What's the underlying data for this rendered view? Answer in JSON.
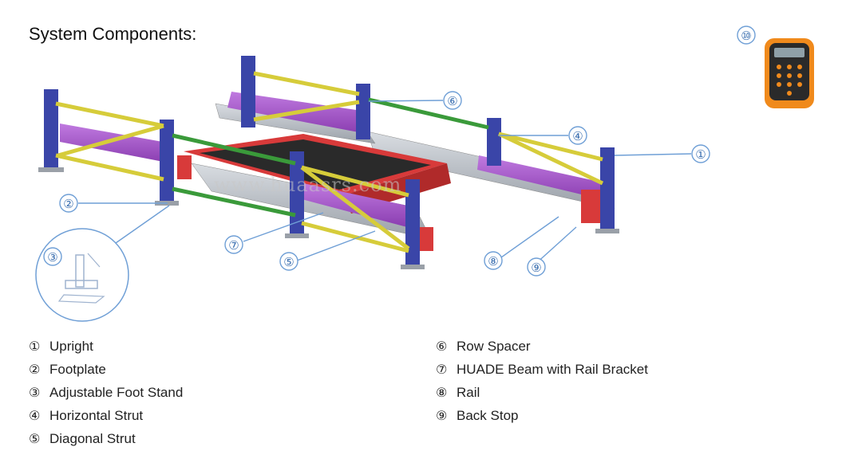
{
  "title": "System Components:",
  "watermark": "www.huaasrs.com",
  "callouts": {
    "c1": "①",
    "c2": "②",
    "c3": "③",
    "c4": "④",
    "c5": "⑤",
    "c6": "⑥",
    "c7": "⑦",
    "c8": "⑧",
    "c9": "⑨",
    "c10": "⑩"
  },
  "legend_left": [
    {
      "num": "①",
      "label": "Upright"
    },
    {
      "num": "②",
      "label": "Footplate"
    },
    {
      "num": "③",
      "label": "Adjustable Foot Stand"
    },
    {
      "num": "④",
      "label": "Horizontal Strut"
    },
    {
      "num": "⑤",
      "label": "Diagonal Strut"
    }
  ],
  "legend_right": [
    {
      "num": "⑥",
      "label": "Row Spacer"
    },
    {
      "num": "⑦",
      "label": "HUADE Beam with Rail Bracket"
    },
    {
      "num": "⑧",
      "label": "Rail"
    },
    {
      "num": "⑨",
      "label": "Back Stop"
    }
  ],
  "colors": {
    "upright": "#3a45a8",
    "strut_yellow": "#d6cc3a",
    "spacer_green": "#3a9a3a",
    "beam_purple": "#a24fc8",
    "rail_red": "#d83a3a",
    "rail_grey": "#b9bec6",
    "callout": "#3b6fb0",
    "remote_orange": "#f08a1c"
  }
}
